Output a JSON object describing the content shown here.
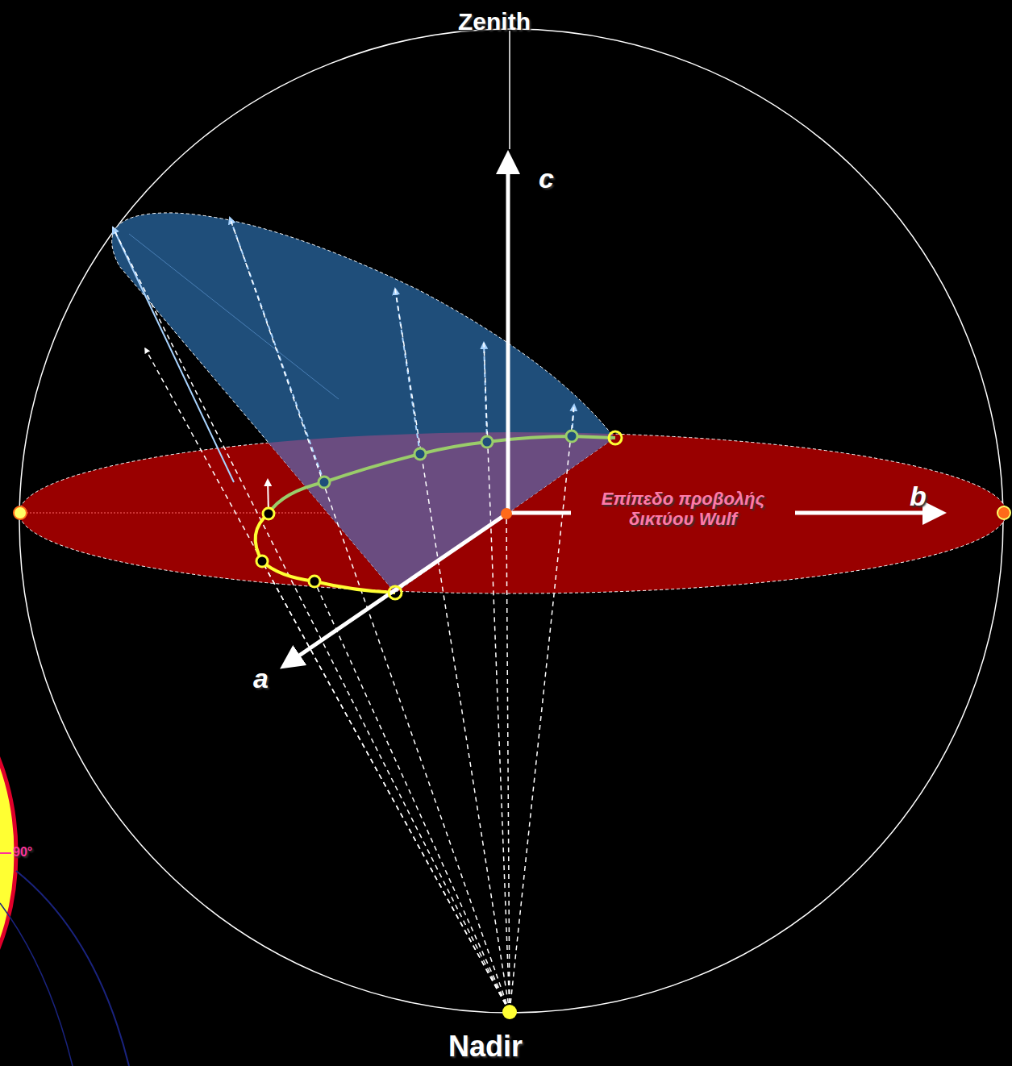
{
  "diagram": {
    "labels": [
      "Zenith",
      "c",
      "b",
      "Επίπεδο προβολής δικτύου Wulf",
      "a",
      "90°",
      "Nadir"
    ]
  }
}
